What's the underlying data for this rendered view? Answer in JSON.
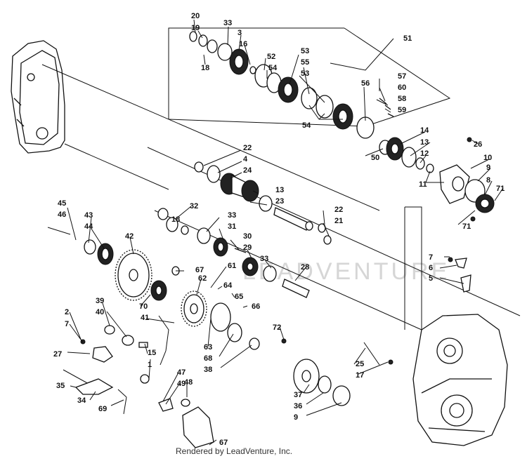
{
  "labels": [
    "20",
    "19",
    "33",
    "3",
    "16",
    "18",
    "51",
    "52",
    "54",
    "53",
    "55",
    "53",
    "57",
    "60",
    "58",
    "59",
    "56",
    "54",
    "14",
    "50",
    "13",
    "12",
    "26",
    "10",
    "9",
    "8",
    "71",
    "11",
    "71",
    "22",
    "4",
    "24",
    "13",
    "23",
    "32",
    "22",
    "21",
    "33",
    "31",
    "18",
    "30",
    "29",
    "33",
    "45",
    "46",
    "43",
    "44",
    "42",
    "67",
    "61",
    "62",
    "64",
    "65",
    "70",
    "66",
    "28",
    "7",
    "6",
    "5",
    "39",
    "40",
    "41",
    "2",
    "7",
    "27",
    "15",
    "1",
    "63",
    "68",
    "38",
    "72",
    "25",
    "17",
    "37",
    "36",
    "9",
    "35",
    "47",
    "49",
    "48",
    "34",
    "69",
    "67"
  ],
  "watermark": "LEADVENTURE",
  "footer": "Rendered by LeadVenture, Inc."
}
